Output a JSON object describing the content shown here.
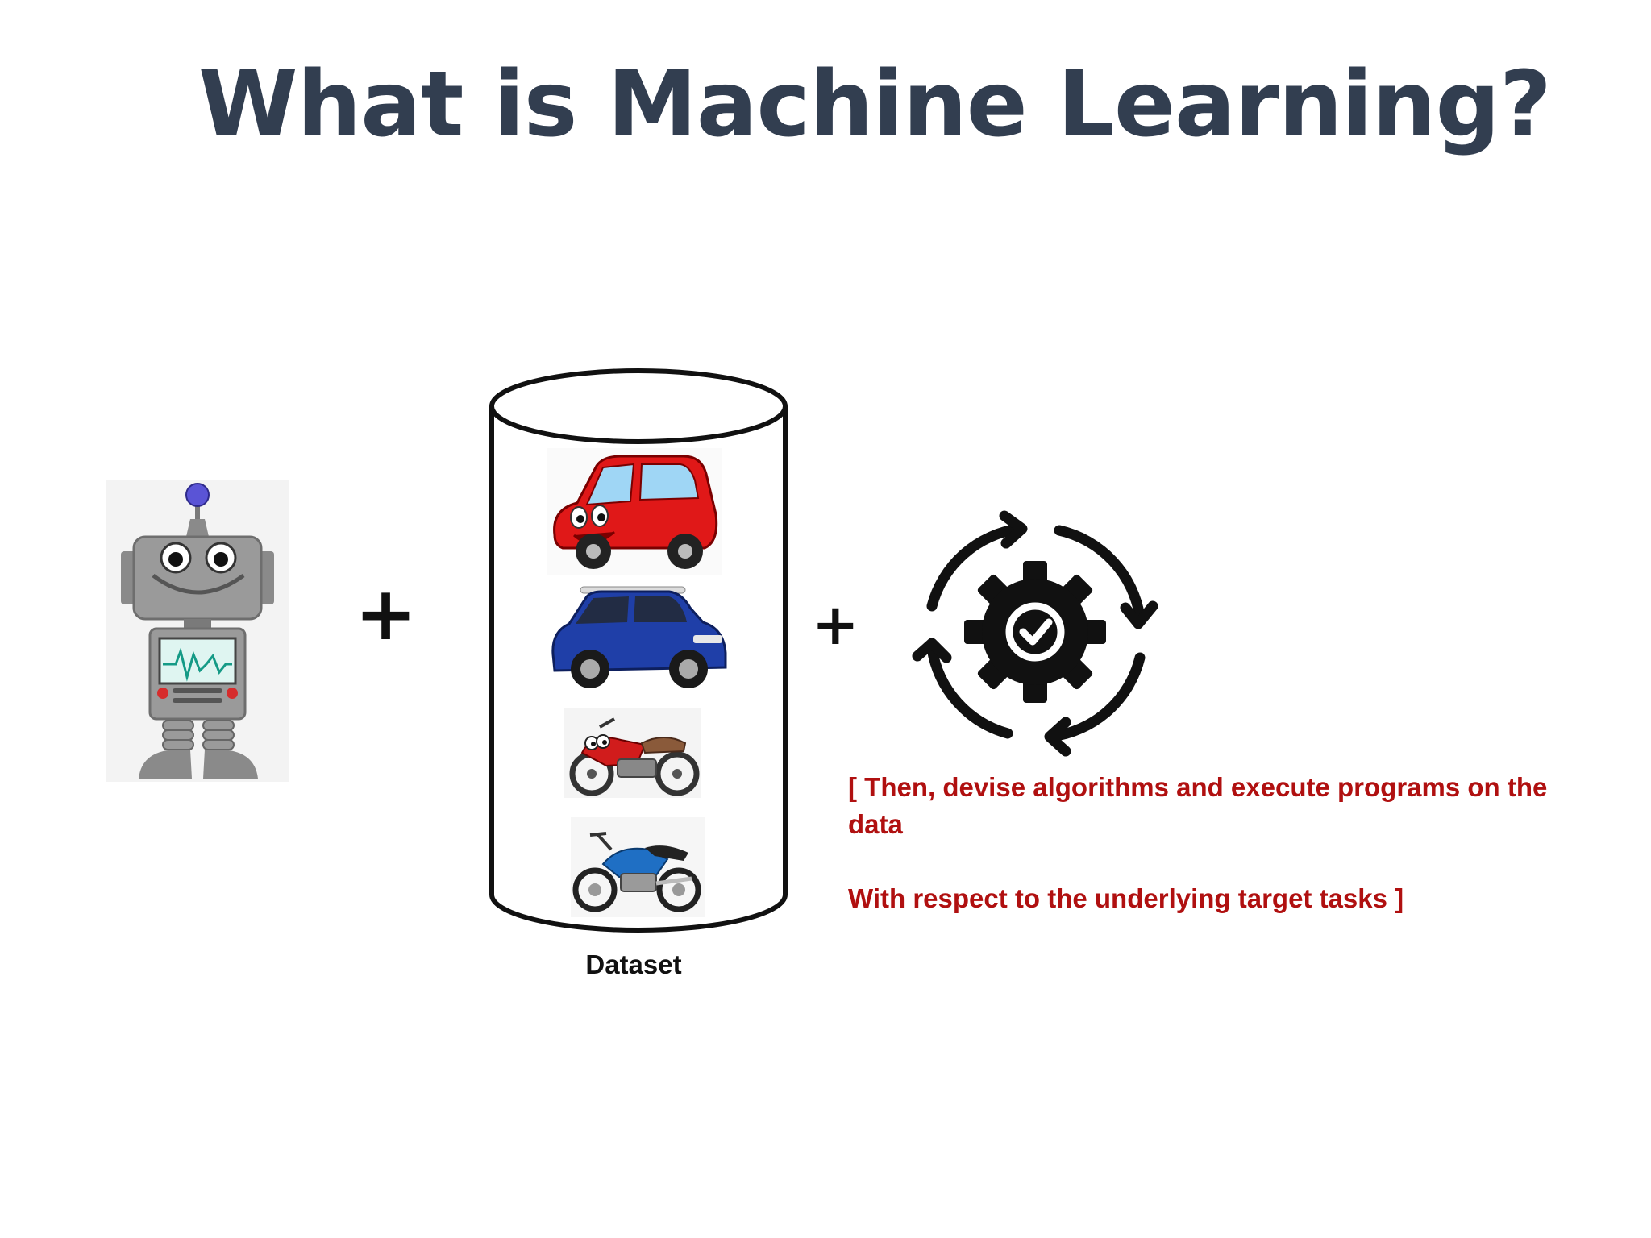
{
  "slide": {
    "title": "What is Machine Learning?",
    "plus_1": "+",
    "plus_2": "+",
    "dataset_label": "Dataset",
    "note_line_1": "[ Then, devise algorithms and execute programs on the data",
    "note_line_2": "With respect to the underlying target tasks ]"
  },
  "icons": [
    "robot-icon",
    "dataset-cylinder",
    "red-car-icon",
    "blue-suv-icon",
    "red-motorcycle-icon",
    "blue-motorcycle-icon",
    "gear-cycle-icon"
  ],
  "colors": {
    "title": "#323e50",
    "note": "#b01010",
    "text": "#111111"
  }
}
